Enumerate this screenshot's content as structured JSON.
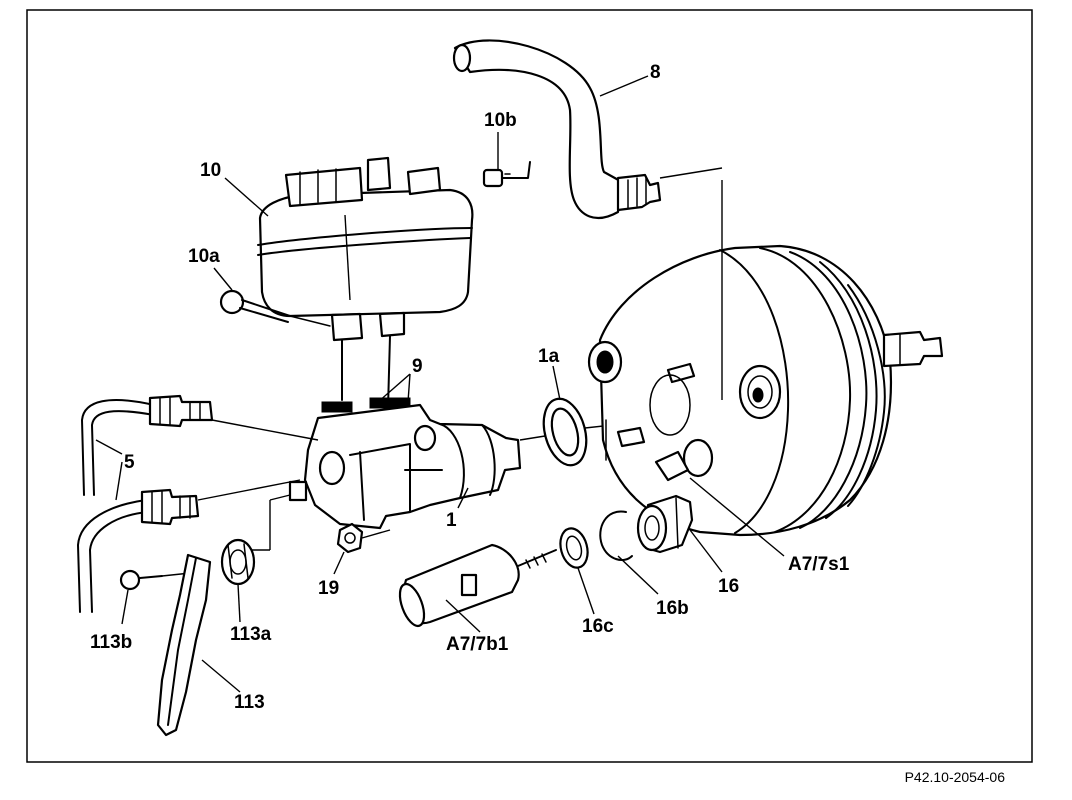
{
  "callouts": {
    "c8": "8",
    "c10b": "10b",
    "c10": "10",
    "c10a": "10a",
    "c9": "9",
    "c1a": "1a",
    "c5": "5",
    "c1": "1",
    "c19": "19",
    "c113b": "113b",
    "c113a": "113a",
    "c113": "113",
    "cA7b1": "A7/7b1",
    "c16c": "16c",
    "c16b": "16b",
    "c16": "16",
    "cA7s1": "A7/7s1"
  },
  "reference_code": "P42.10-2054-06"
}
